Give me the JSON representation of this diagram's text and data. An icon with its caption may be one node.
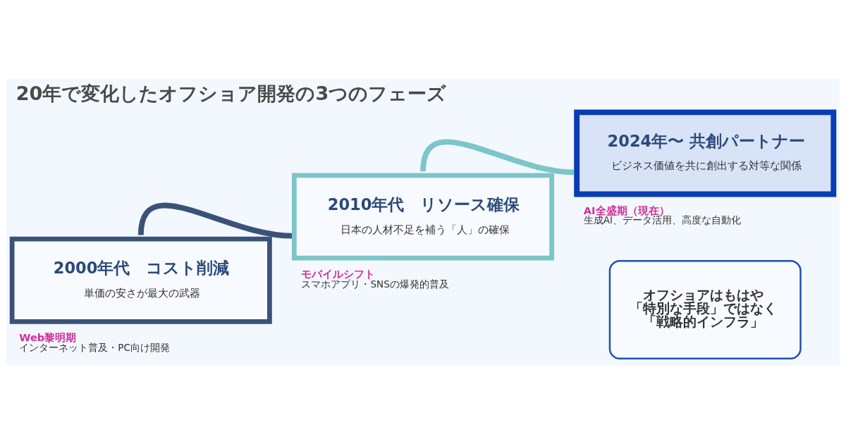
{
  "diagram": {
    "title": "20年で変化したオフショア開発の3つのフェーズ",
    "nodes": [
      {
        "text": [
          "2000年代　コスト削減",
          "単価の安さが最大の武器"
        ],
        "beside": [
          "Web黎明期",
          "インターネット普及・PC向け開発"
        ]
      },
      {
        "text": [
          "2010年代　リソース確保",
          "日本の人材不足を補う「人」の確保"
        ],
        "beside": [
          "モバイルシフト",
          "スマホアプリ・SNSの爆発的普及"
        ]
      },
      {
        "text": [
          "2024年〜 共創パートナー",
          "ビジネス価値を共に創出する対等な関係"
        ],
        "beside": [
          "AI全盛期（現在）",
          "生成AI、データ活用、高度な自動化"
        ]
      },
      {
        "text": [
          "オフショアはもはや「特別な手段」ではなく「戦略的インフラ」"
        ]
      }
    ],
    "edges": [
      {
        "from": 0,
        "to": 1,
        "arrow": "none",
        "color": "#3b5278"
      },
      {
        "from": 1,
        "to": 2,
        "arrow": "none",
        "color": "#7ec5c9"
      }
    ]
  }
}
